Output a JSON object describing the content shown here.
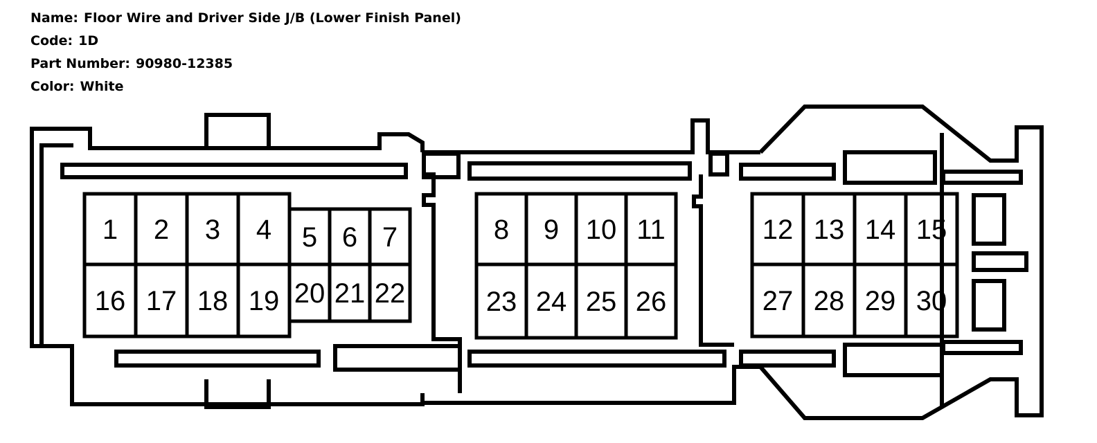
{
  "info": {
    "name_label": "Name:",
    "name_value": "Floor Wire and Driver Side J/B (Lower Finish Panel)",
    "code_label": "Code:",
    "code_value": "1D",
    "part_label": "Part Number:",
    "part_value": "90980-12385",
    "color_label": "Color:",
    "color_value": "White"
  },
  "connector": {
    "groups": [
      {
        "top": [
          "1",
          "2",
          "3",
          "4"
        ],
        "bottom": [
          "16",
          "17",
          "18",
          "19"
        ]
      },
      {
        "top": [
          "5",
          "6",
          "7"
        ],
        "bottom": [
          "20",
          "21",
          "22"
        ]
      },
      {
        "top": [
          "8",
          "9",
          "10",
          "11"
        ],
        "bottom": [
          "23",
          "24",
          "25",
          "26"
        ]
      },
      {
        "top": [
          "12",
          "13",
          "14",
          "15"
        ],
        "bottom": [
          "27",
          "28",
          "29",
          "30"
        ]
      }
    ]
  }
}
